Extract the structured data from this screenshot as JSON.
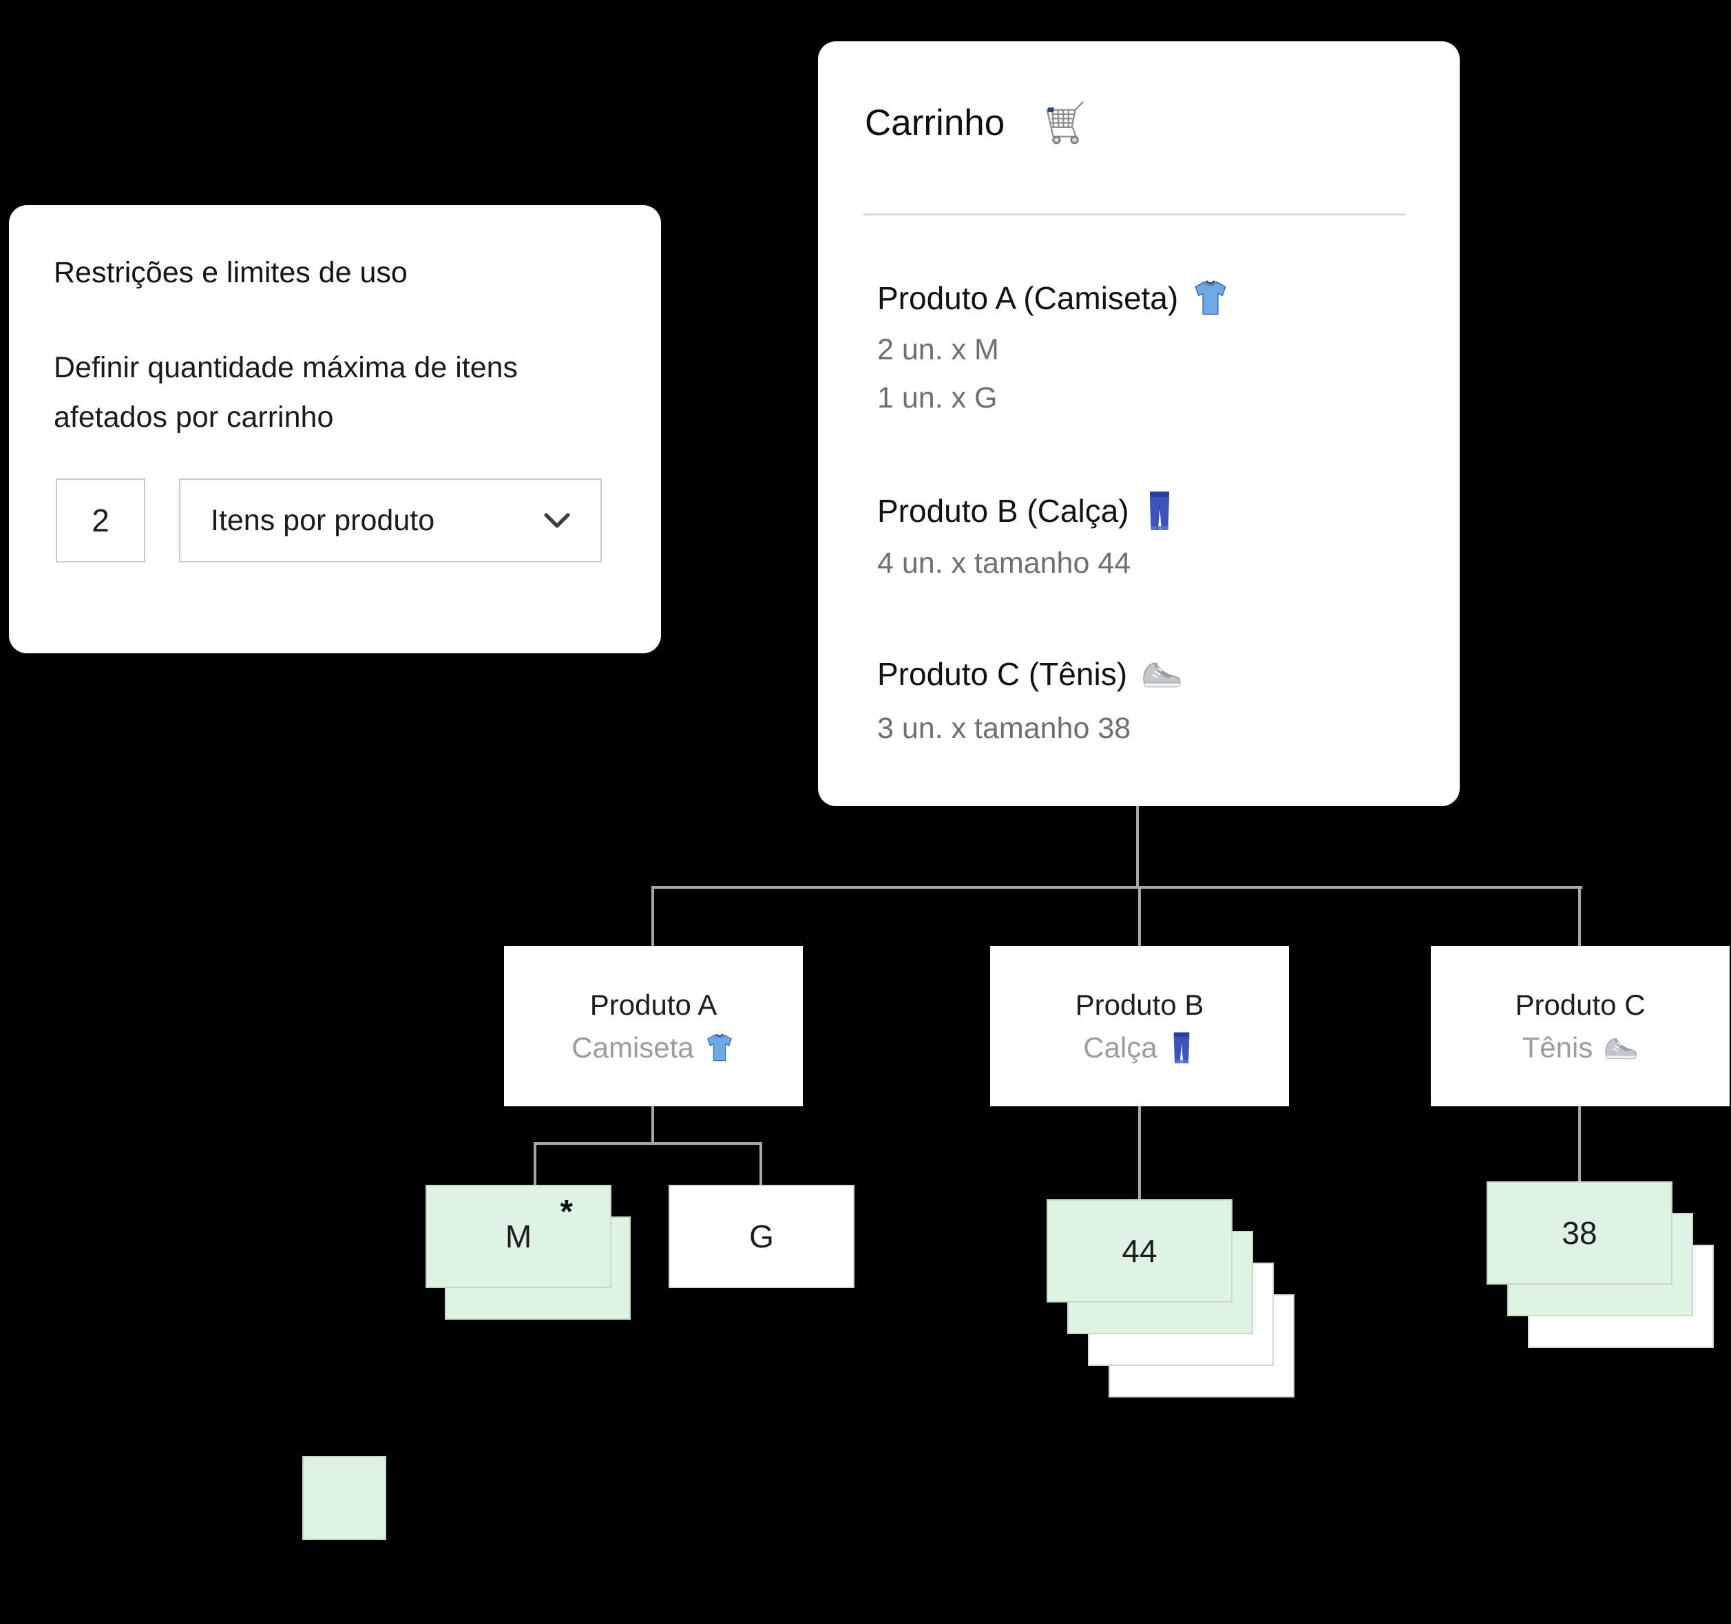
{
  "colors": {
    "background": "#000000",
    "card": "#ffffff",
    "affected_green": "#dff3e3",
    "line_gray": "#a6a6a6",
    "muted_text": "#9c9c9c",
    "secondary_text": "#6f6f6f",
    "heading_text": "#121212",
    "border_gray": "#c9c9c9"
  },
  "settings_card": {
    "title": "Restrições e limites de uso",
    "description": "Definir quantidade máxima de itens afetados por carrinho",
    "quantity_value": "2",
    "unit_select_value": "Itens por produto"
  },
  "cart_card": {
    "title": "Carrinho",
    "title_icon": "shopping-cart-icon",
    "items": [
      {
        "name": "Produto A (Camiseta)",
        "icon": "tshirt-icon",
        "lines": [
          "2 un. x M",
          "1 un. x G"
        ]
      },
      {
        "name": "Produto B (Calça)",
        "icon": "jeans-icon",
        "lines": [
          "4 un. x tamanho 44"
        ]
      },
      {
        "name": "Produto C (Tênis)",
        "icon": "sneaker-icon",
        "lines": [
          "3 un. x tamanho 38"
        ]
      }
    ]
  },
  "tree": {
    "nodes": [
      {
        "title": "Produto A",
        "subtitle": "Camiseta",
        "icon": "tshirt-icon"
      },
      {
        "title": "Produto B",
        "subtitle": "Calça",
        "icon": "jeans-icon"
      },
      {
        "title": "Produto C",
        "subtitle": "Tênis",
        "icon": "sneaker-icon"
      }
    ],
    "variants": [
      {
        "label": "M",
        "marker": "*",
        "cards_total": 2,
        "cards_affected": 2
      },
      {
        "label": "G",
        "cards_total": 1,
        "cards_affected": 0
      },
      {
        "label": "44",
        "cards_total": 4,
        "cards_affected": 2
      },
      {
        "label": "38",
        "cards_total": 3,
        "cards_affected": 2
      }
    ]
  },
  "legend": {
    "affected_color": "#dff3e3"
  }
}
